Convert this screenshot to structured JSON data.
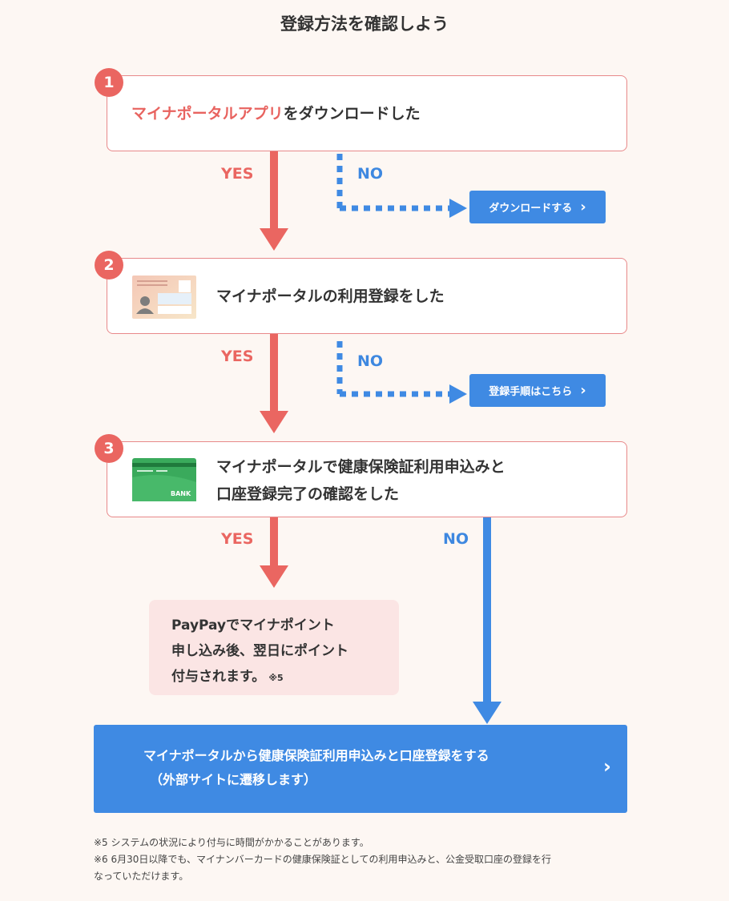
{
  "page": {
    "title": "登録方法を確認しよう"
  },
  "steps": [
    {
      "number": "1",
      "highlight": "マイナポータルアプリ",
      "text": "をダウンロードした",
      "icon": "app-icon"
    },
    {
      "number": "2",
      "text": "マイナポータルの利用登録をした",
      "icon": "my-number-card-icon"
    },
    {
      "number": "3",
      "line1": "マイナポータルで健康保険証利用申込みと",
      "line2": "口座登録完了の確認をした",
      "icon": "bank-card-icon",
      "bank_label": "BANK"
    }
  ],
  "branches": {
    "yes": "YES",
    "no": "NO"
  },
  "buttons": {
    "download": "ダウンロードする",
    "register_steps": "登録手順はこちら",
    "chevron": "›"
  },
  "result": {
    "line1": "PayPayでマイナポイント",
    "line2": "申し込み後、翌日にポイント",
    "line3": "付与されます。",
    "note": "※5"
  },
  "cta": {
    "line1": "マイナポータルから健康保険証利用申込みと口座登録をする",
    "line2": "（外部サイトに遷移します）"
  },
  "footnotes": {
    "note5": "※5 システムの状況により付与に時間がかかることがあります。",
    "note6_line1": "※6 6月30日以降でも、マイナンバーカードの健康保険証としての利用申込みと、公金受取口座の登録を行",
    "note6_line2": "なっていただけます。"
  },
  "colors": {
    "accent_red": "#ea6661",
    "accent_blue": "#3f8ae3",
    "background": "#fdf7f3",
    "result_bg": "#fbe5e4"
  }
}
